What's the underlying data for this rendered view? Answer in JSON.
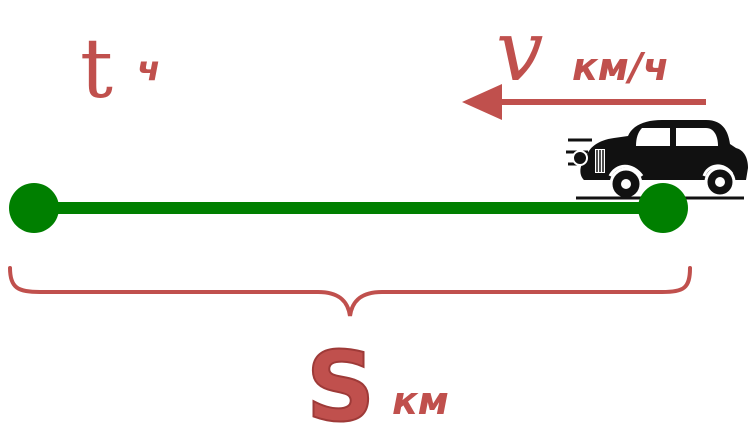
{
  "time": {
    "symbol": "t",
    "unit": "ч"
  },
  "speed": {
    "symbol": "v",
    "unit": "км/ч"
  },
  "distance": {
    "symbol": "S",
    "unit": "км"
  },
  "colors": {
    "accent_red": "#c0504d",
    "segment_green": "#007f00",
    "car_black": "#111111"
  },
  "icons": {
    "arrow": "left-arrow-icon",
    "car": "vintage-car-icon"
  }
}
